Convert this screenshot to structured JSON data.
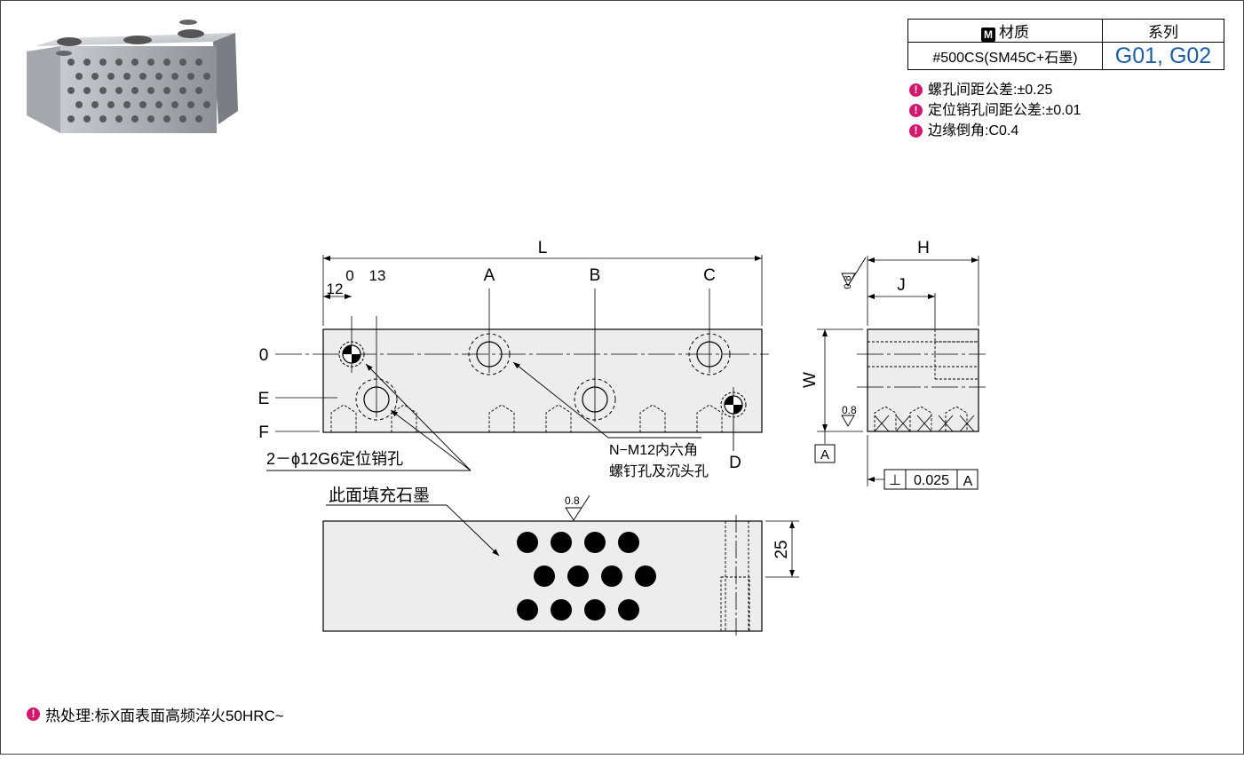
{
  "table": {
    "material_header": "材质",
    "material_badge": "M",
    "series_header": "系列",
    "material_value": "#500CS(SM45C+石墨)",
    "series_value": "G01, G02"
  },
  "notes": [
    "螺孔间距公差:±0.25",
    "定位销孔间距公差:±0.01",
    "边缘倒角:C0.4"
  ],
  "heat_treatment": "热处理:标X面表面高频淬火50HRC~",
  "drawing": {
    "dim_L": "L",
    "dim_12": "12",
    "ref_0_top": "0",
    "ref_13": "13",
    "ref_A": "A",
    "ref_B": "B",
    "ref_C": "C",
    "ref_D": "D",
    "ref_0_left": "0",
    "ref_E": "E",
    "ref_F": "F",
    "pin_hole_callout": "2－ϕ12G6定位销孔",
    "screw_callout_1": "N−M12内六角",
    "screw_callout_2": "螺钉孔及沉头孔",
    "graphite_face": "此面填充石墨",
    "roughness": "0.8",
    "dim_25": "25",
    "dim_H": "H",
    "dim_J": "J",
    "dim_W": "W",
    "datum_A": "A",
    "perp_symbol": "⊥",
    "perp_value": "0.025",
    "perp_datum": "A"
  },
  "colors": {
    "series_text": "#1d5ea8",
    "note_pin": "#d4166e",
    "part_fill": "#ededed"
  }
}
